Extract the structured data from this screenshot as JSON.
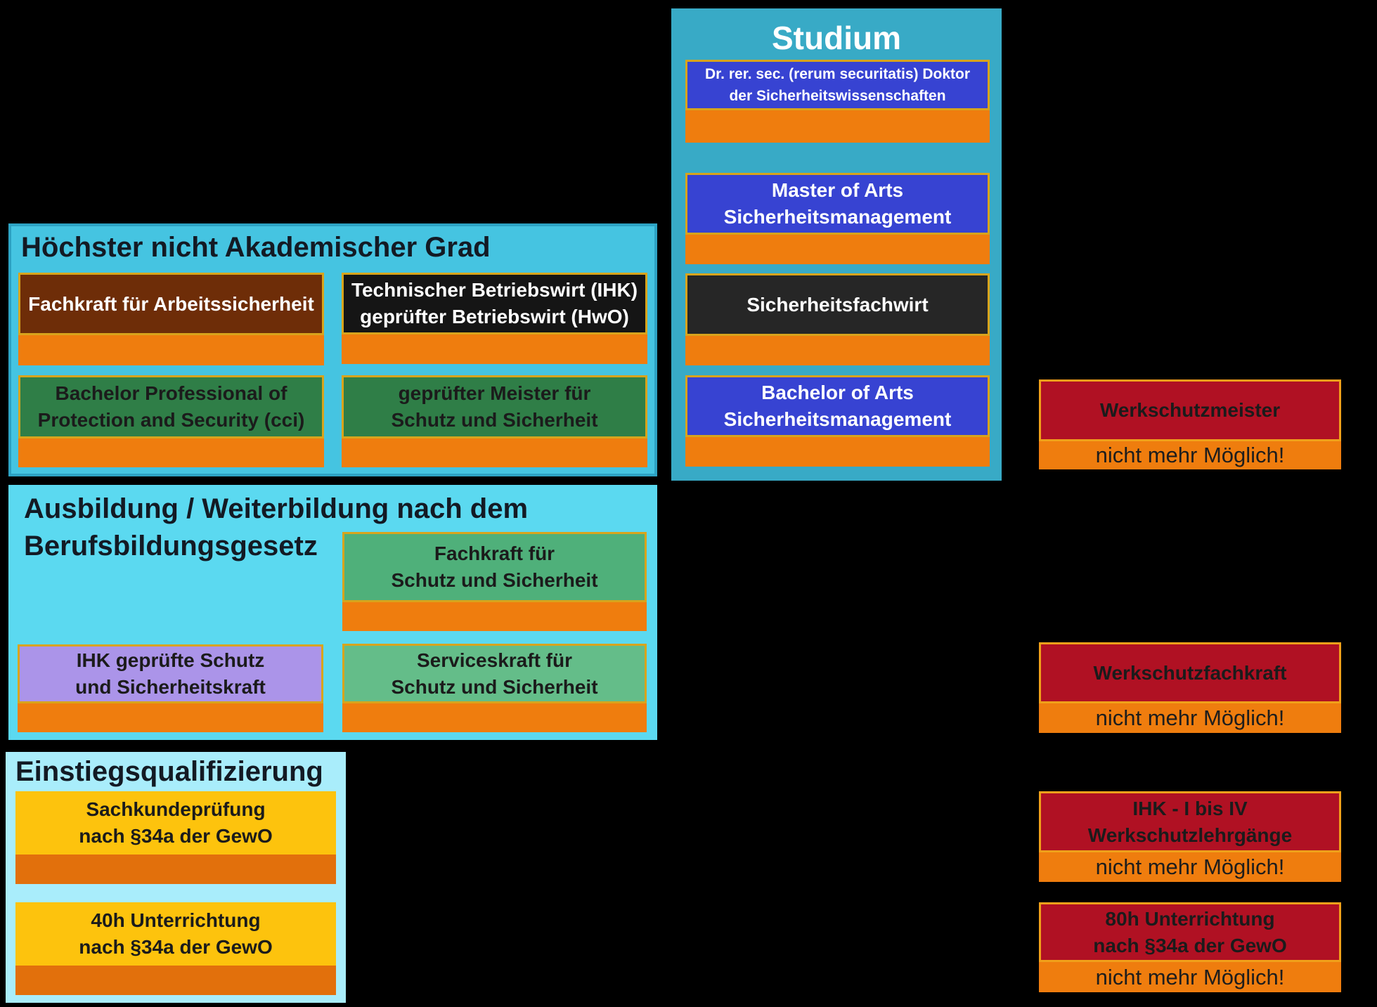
{
  "palette": {
    "background": "#000000",
    "studium_panel": "#38aac6",
    "hoechster_panel": "#45c4e1",
    "ausbildung_panel": "#5bd9f0",
    "einstieg_panel": "#a9edfb",
    "blue_box": "#3743d2",
    "dark_box": "#262626",
    "black_box": "#151515",
    "brown_box": "#6e2d08",
    "dark_green_box": "#2f7e47",
    "mid_green_box": "#4fb07a",
    "light_green_box": "#64bd89",
    "purple_box": "#ab94e9",
    "gold_box": "#fdc30d",
    "red_box": "#b01123",
    "orange_bar": "#ef7d0e",
    "gold_border": "#d8a41c"
  },
  "studium": {
    "title": "Studium",
    "cards": [
      {
        "label": "Dr. rer. sec. (rerum securitatis) Doktor\nder Sicherheitswissenschaften"
      },
      {
        "label": "Master of Arts\nSicherheitsmanagement"
      },
      {
        "label": "Sicherheitsfachwirt"
      },
      {
        "label": "Bachelor of Arts\nSicherheitsmanagement"
      }
    ]
  },
  "hoechster": {
    "title": "Höchster nicht Akademischer Grad",
    "cards": [
      {
        "label": "Fachkraft für Arbeitssicherheit"
      },
      {
        "label": "Technischer Betriebswirt (IHK)\ngeprüfter Betriebswirt (HwO)"
      },
      {
        "label": "Bachelor Professional of\nProtection and Security (cci)"
      },
      {
        "label": "geprüfter Meister für\nSchutz und Sicherheit"
      }
    ]
  },
  "ausbildung": {
    "title": "Ausbildung / Weiterbildung nach dem\nBerufsbildungsgesetz",
    "cards": [
      {
        "label": "Fachkraft für\nSchutz und Sicherheit"
      },
      {
        "label": "IHK geprüfte Schutz\nund Sicherheitskraft"
      },
      {
        "label": "Serviceskraft für\nSchutz und Sicherheit"
      }
    ]
  },
  "einstieg": {
    "title": "Einstiegsqualifizierung",
    "cards": [
      {
        "label": "Sachkundeprüfung\nnach §34a der GewO"
      },
      {
        "label": "40h Unterrichtung\nnach §34a der GewO"
      }
    ]
  },
  "legacy": {
    "cards": [
      {
        "label": "Werkschutzmeister",
        "note": "nicht mehr Möglich!"
      },
      {
        "label": "Werkschutzfachkraft",
        "note": "nicht mehr Möglich!"
      },
      {
        "label": "IHK - I bis IV\nWerkschutzlehrgänge",
        "note": "nicht mehr Möglich!"
      },
      {
        "label": "80h Unterrichtung\nnach §34a der GewO",
        "note": "nicht mehr Möglich!"
      }
    ]
  }
}
